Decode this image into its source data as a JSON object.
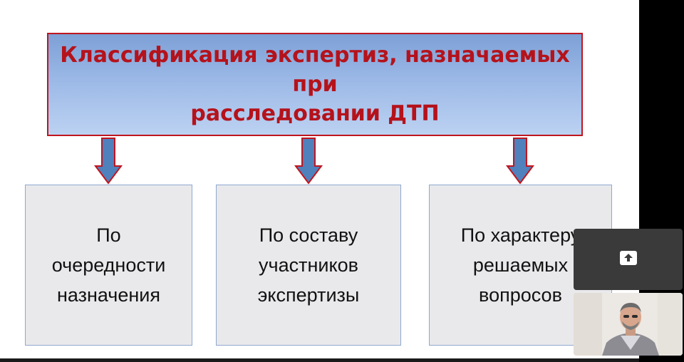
{
  "slide": {
    "title": "Классификация экспертиз, назначаемых при\nрасследовании ДТП",
    "categories": [
      {
        "label": "По\nочередности\nназначения"
      },
      {
        "label": "По составу\nучастников\nэкспертизы"
      },
      {
        "label": "По характеру\nрешаемых\nвопросов"
      }
    ]
  },
  "colors": {
    "title_text": "#b5121b",
    "title_border": "#c0151e",
    "title_fill": "#9bb8e6",
    "box_fill": "#e9e9ec",
    "arrow_fill": "#4f81bd",
    "arrow_stroke": "#c0151e"
  },
  "overlay": {
    "share_icon": "screen-share-icon",
    "participant": "participant-video"
  }
}
